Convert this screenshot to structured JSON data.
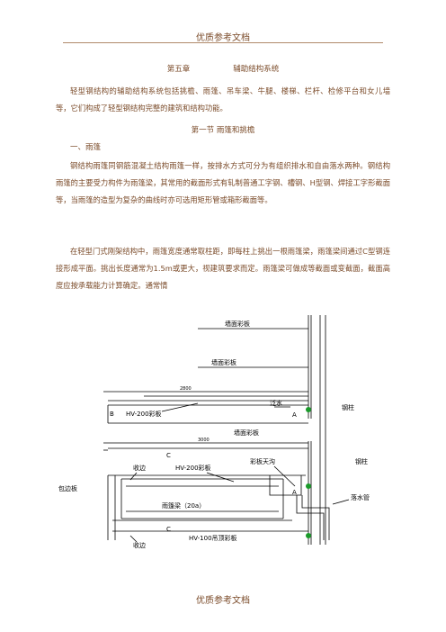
{
  "header": "优质参考文档",
  "footer": "优质参考文档",
  "chapter": {
    "number": "第五章",
    "title": "辅助结构系统"
  },
  "intro": "轻型钢结构的辅助结构系统包括挑檐、雨篷、吊车梁、牛腿、楼梯、栏杆、检修平台和女儿墙等，它们构成了轻型钢结构完整的建筑和结构功能。",
  "section_title": "第一节 雨篷和挑檐",
  "subsection": "一、雨篷",
  "para1": "钢结构雨篷同钢筋混凝土结构雨篷一样，按排水方式可分为有组织排水和自由落水两种。钢结构雨篷的主要受力构件为雨篷梁，其常用的截面形式有轧制普通工字钢、槽钢、H型钢、焊接工字形截面等，当雨篷的造型为复杂的曲线时亦可选用矩形管或箱形截面等。",
  "para2": "在轻型门式刚架结构中，雨篷宽度通常取柱距，即每柱上挑出一根雨篷梁，雨篷梁间通过C型钢连接形成平面。挑出长度通常为1.5m或更大，视建筑要求而定。雨篷梁可做成等截面或变截面，截面高度应按承载能力计算确定。通常情",
  "diagram": {
    "labels": {
      "wall_panel_top": "墙面彩板",
      "wall_panel_inner": "墙面彩板",
      "hv200_top": "HV-200彩板",
      "flashing": "泛水",
      "steel_col_right": "钢柱",
      "wall_panel_mid": "墙面彩板",
      "steel_col_mid": "钢柱",
      "hv200_mid": "HV-200彩板",
      "gutter": "彩板天沟",
      "drain": "落水管",
      "edge_panel": "包边板",
      "trim_top": "收边",
      "trim_bottom": "收边",
      "canopy_beam": "雨篷梁（20a）",
      "hv100_bottom": "HV-100吊顶彩板",
      "sec_a1": "A",
      "sec_a2": "A",
      "sec_b": "B",
      "sec_c1": "C",
      "sec_c2": "C",
      "dim_top": "2800",
      "dim_mid": "3000"
    }
  }
}
